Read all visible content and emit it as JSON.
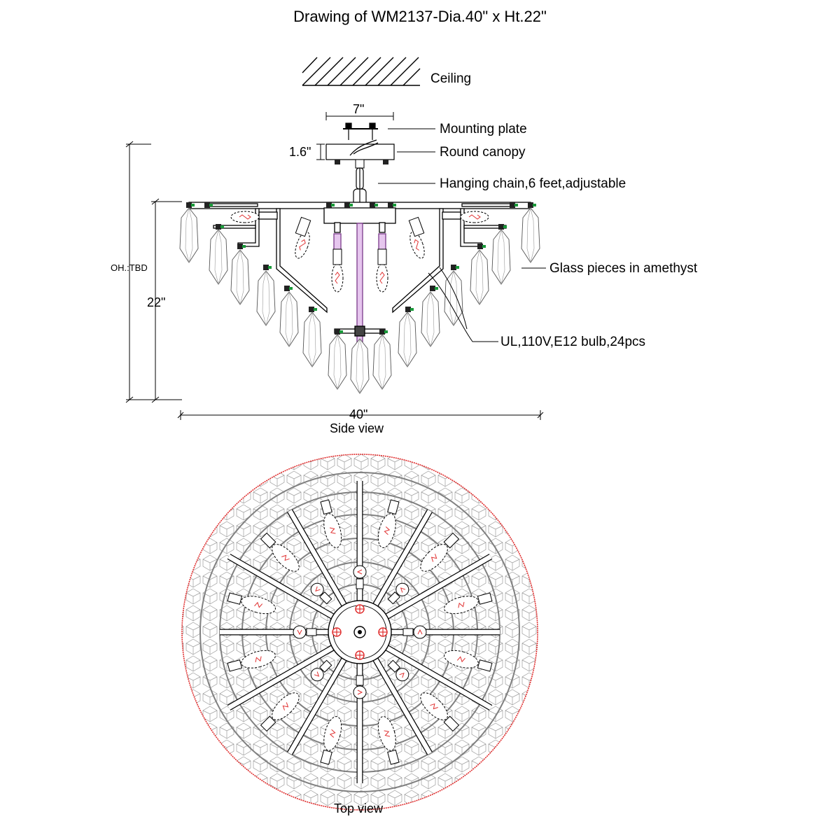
{
  "title": "Drawing of WM2137-Dia.40\" x Ht.22\"",
  "labels": {
    "ceiling": "Ceiling",
    "mounting_plate": "Mounting plate",
    "round_canopy": "Round canopy",
    "hanging_chain": "Hanging chain,6 feet,adjustable",
    "glass_pieces": "Glass pieces in amethyst",
    "bulbs": "UL,110V,E12 bulb,24pcs"
  },
  "dimensions": {
    "canopy_width": "7\"",
    "canopy_height": "1.6\"",
    "overall_height": "OH.:TBD",
    "height": "22\"",
    "diameter": "40\""
  },
  "captions": {
    "side_view": "Side view",
    "top_view": "Top view"
  },
  "colors": {
    "outline": "#000000",
    "glass_outline": "#555555",
    "outer_rim": "#e03030",
    "bulb_filament": "#e03030",
    "socket_accent": "#1a9a3a",
    "center_rod": "#b040b0"
  }
}
